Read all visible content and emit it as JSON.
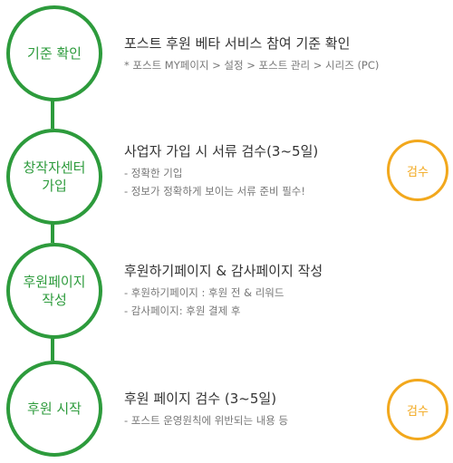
{
  "steps": [
    {
      "circle_label": "기준 확인",
      "title": "포스트 후원 베타 서비스 참여 기준 확인",
      "notes": [
        "* 포스트 MY페이지 > 설정 > 포스트 관리 > 시리즈 (PC)"
      ],
      "badge": ""
    },
    {
      "circle_label": "창작자센터\n가입",
      "title": "사업자 가입 시 서류 검수(3~5일)",
      "notes": [
        "- 정확한 기입",
        "- 정보가 정확하게 보이는 서류 준비 필수!"
      ],
      "badge": "검수"
    },
    {
      "circle_label": "후원페이지\n작성",
      "title": "후원하기페이지 & 감사페이지 작성",
      "notes": [
        "- 후원하기페이지 : 후원 전 & 리워드",
        "- 감사페이지: 후원 결제 후"
      ],
      "badge": ""
    },
    {
      "circle_label": "후원 시작",
      "title": "후원 페이지 검수 (3~5일)",
      "notes": [
        "- 포스트 운영원칙에 위반되는 내용 등"
      ],
      "badge": "검수"
    }
  ],
  "colors": {
    "step_green": "#2d9b3c",
    "review_orange": "#f2a81d",
    "title_text": "#333333",
    "note_text": "#777777"
  }
}
